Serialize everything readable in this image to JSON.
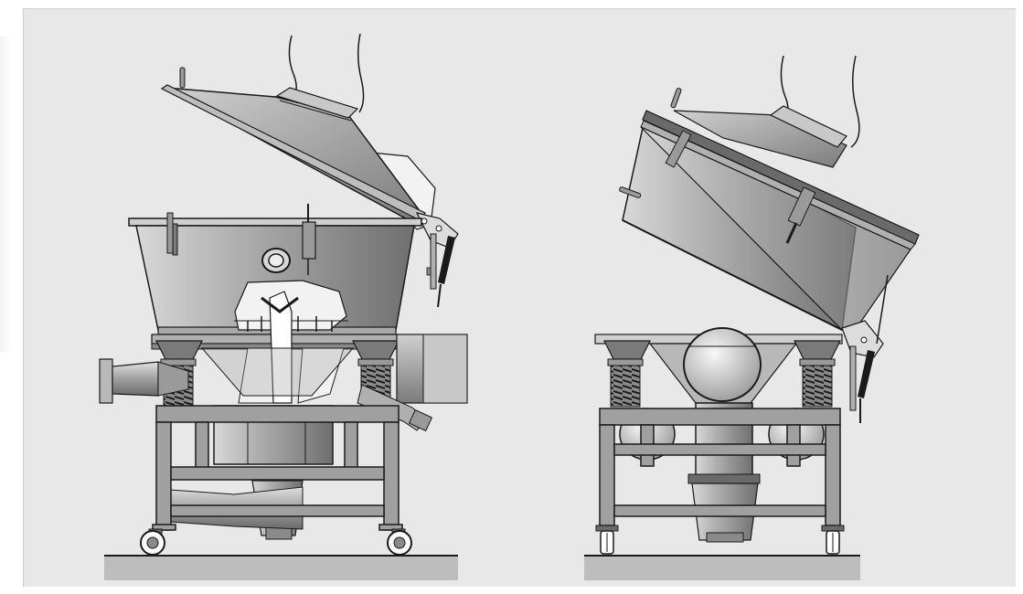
{
  "figure": {
    "panels": [
      {
        "id": "left",
        "subject": "sifter-with-lid-open"
      },
      {
        "id": "right",
        "subject": "sifter-with-hopper-tilted"
      }
    ],
    "colors": {
      "background": "#e8e8e8",
      "metal": "#a8a8a8",
      "metal_light": "#cfcfcf",
      "metal_dark": "#6e6e6e",
      "outline": "#1a1a1a",
      "floor": "#bdbdbd",
      "powder": "#f2f2f2"
    }
  }
}
